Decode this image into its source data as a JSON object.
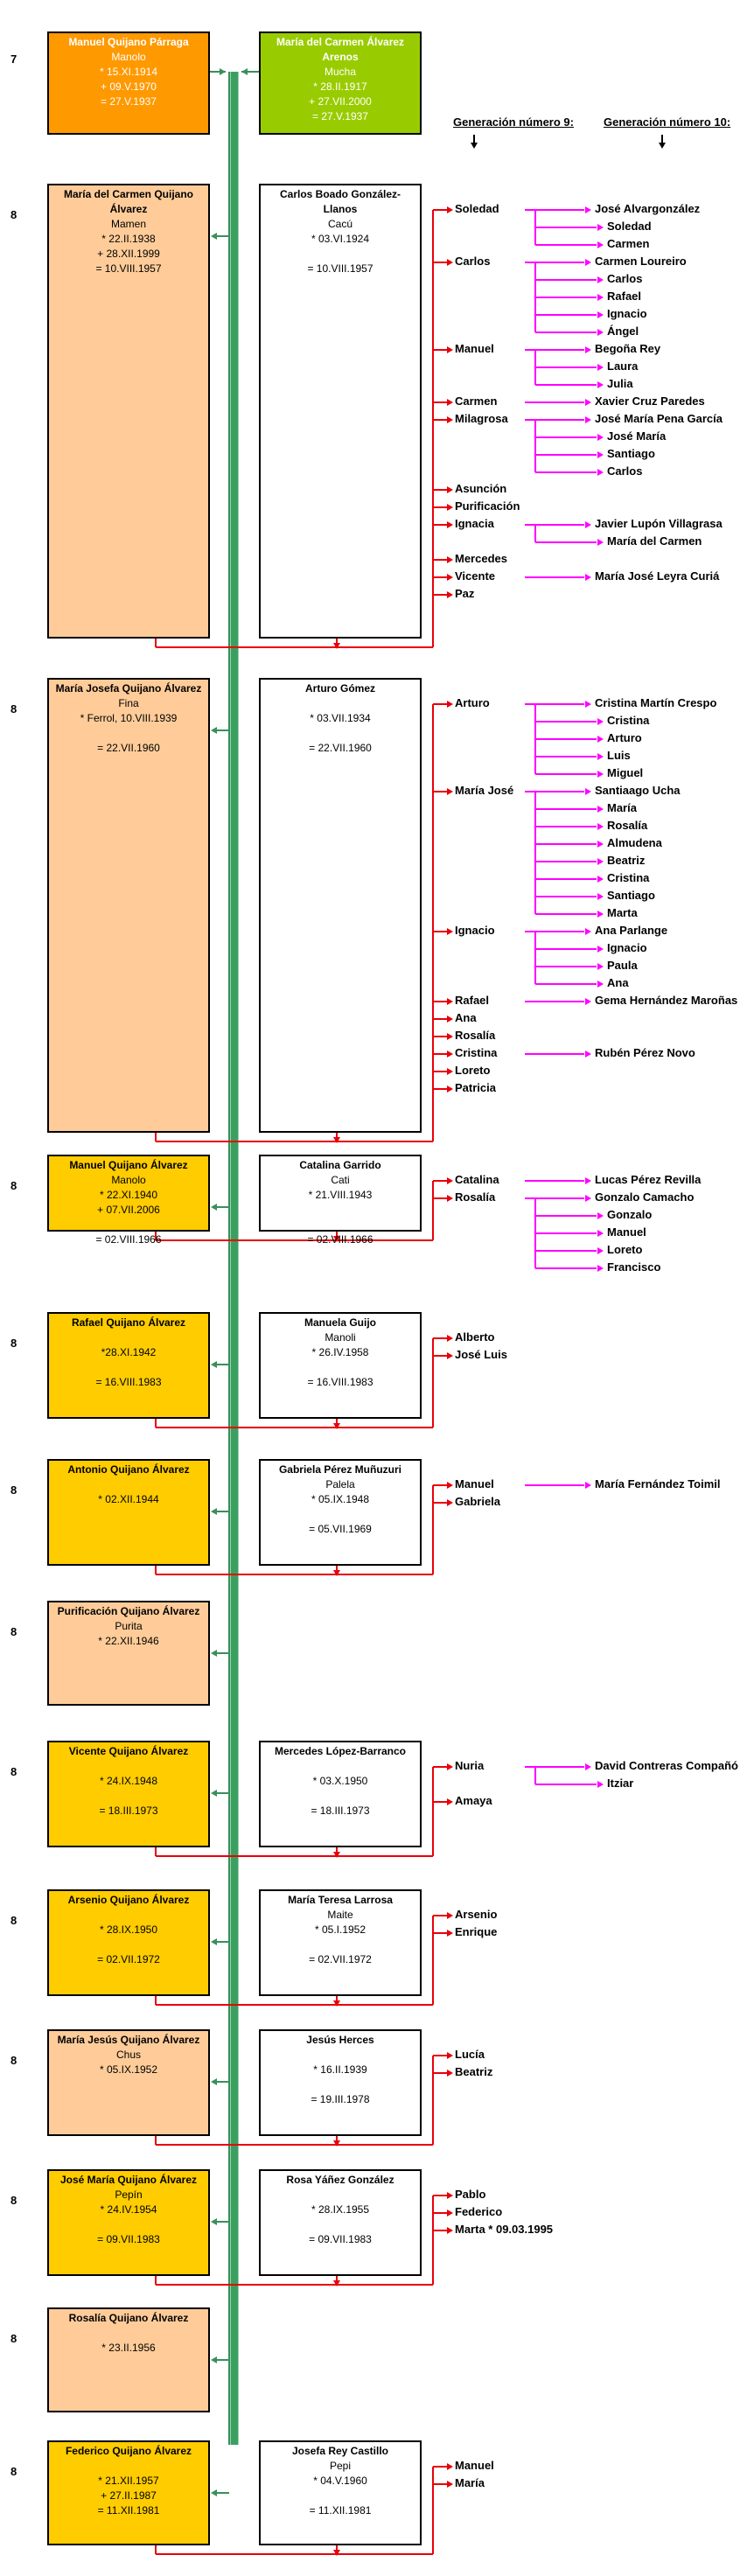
{
  "headers": {
    "gen9": "Generación número 9:",
    "gen10": "Generación número 10:"
  },
  "top": {
    "gen": "7",
    "husband": {
      "name": "Manuel Quijano Párraga",
      "lines": [
        "Manolo",
        "* 15.XI.1914",
        "+ 09.V.1970",
        "= 27.V.1937"
      ]
    },
    "wife": {
      "name": "María del Carmen Álvarez Arenos",
      "lines": [
        "Mucha",
        "* 28.II.1917",
        "+ 27.VII.2000",
        "= 27.V.1937"
      ]
    }
  },
  "families": [
    {
      "gen": "8",
      "main": {
        "name": "María del Carmen Quijano Álvarez",
        "color": "peach",
        "lines": [
          "Mamen",
          "* 22.II.1938",
          "+ 28.XII.1999",
          "= 10.VIII.1957"
        ]
      },
      "spouse": {
        "name": "Carlos Boado González-Llanos",
        "lines": [
          "Cacú",
          "* 03.VI.1924",
          "",
          "= 10.VIII.1957"
        ]
      },
      "children": [
        {
          "name": "Soledad",
          "spouse": "José Alvargonzález",
          "kids": [
            "Soledad",
            "Carmen"
          ]
        },
        {
          "name": "Carlos",
          "spouse": "Carmen Loureiro",
          "kids": [
            "Carlos",
            "Rafael",
            "Ignacio",
            "Ángel"
          ]
        },
        {
          "name": "Manuel",
          "spouse": "Begoña Rey",
          "kids": [
            "Laura",
            "Julia"
          ]
        },
        {
          "name": "Carmen",
          "spouse": "Xavier Cruz Paredes",
          "kids": []
        },
        {
          "name": "Milagrosa",
          "spouse": "José María Pena García",
          "kids": [
            "José María",
            "Santiago",
            "Carlos"
          ]
        },
        {
          "name": "Asunción",
          "spouse": "",
          "kids": []
        },
        {
          "name": "Purificación",
          "spouse": "",
          "kids": []
        },
        {
          "name": "Ignacia",
          "spouse": "Javier Lupón Villagrasa",
          "kids": [
            "María del Carmen"
          ]
        },
        {
          "name": "Mercedes",
          "spouse": "",
          "kids": []
        },
        {
          "name": "Vicente",
          "spouse": "María José Leyra Curiá",
          "kids": []
        },
        {
          "name": "Paz",
          "spouse": "",
          "kids": []
        }
      ]
    },
    {
      "gen": "8",
      "main": {
        "name": "María Josefa Quijano Álvarez",
        "color": "peach",
        "lines": [
          "Fina",
          "* Ferrol, 10.VIII.1939",
          "",
          "= 22.VII.1960"
        ]
      },
      "spouse": {
        "name": "Arturo Gómez",
        "lines": [
          "",
          "* 03.VII.1934",
          "",
          "= 22.VII.1960"
        ]
      },
      "children": [
        {
          "name": "Arturo",
          "spouse": "Cristina Martín Crespo",
          "kids": [
            "Cristina",
            "Arturo",
            "Luis",
            "Miguel"
          ]
        },
        {
          "name": "María José",
          "spouse": "Santiaago Ucha",
          "kids": [
            "María",
            "Rosalía",
            "Almudena",
            "Beatriz",
            "Cristina",
            "Santiago",
            "Marta"
          ]
        },
        {
          "name": "Ignacio",
          "spouse": "Ana Parlange",
          "kids": [
            "Ignacio",
            "Paula",
            "Ana"
          ]
        },
        {
          "name": "Rafael",
          "spouse": "Gema Hernández Maroñas",
          "kids": []
        },
        {
          "name": "Ana",
          "spouse": "",
          "kids": []
        },
        {
          "name": "Rosalía",
          "spouse": "",
          "kids": []
        },
        {
          "name": "Cristina",
          "spouse": "Rubén Pérez Novo",
          "kids": []
        },
        {
          "name": "Loreto",
          "spouse": "",
          "kids": []
        },
        {
          "name": "Patricia",
          "spouse": "",
          "kids": []
        }
      ]
    },
    {
      "gen": "8",
      "main": {
        "name": "Manuel Quijano Álvarez",
        "color": "gold",
        "lines": [
          "Manolo",
          "* 22.XI.1940",
          "+ 07.VII.2006",
          "",
          "= 02.VIII.1966"
        ]
      },
      "spouse": {
        "name": "Catalina Garrido",
        "lines": [
          "Cati",
          "* 21.VIII.1943",
          "",
          "",
          "= 02.VIII.1966"
        ]
      },
      "children": [
        {
          "name": "Catalina",
          "spouse": "Lucas Pérez Revilla",
          "kids": []
        },
        {
          "name": "Rosalía",
          "spouse": "Gonzalo Camacho",
          "kids": [
            "Gonzalo",
            "Manuel",
            "Loreto",
            "Francisco"
          ]
        }
      ]
    },
    {
      "gen": "8",
      "main": {
        "name": "Rafael Quijano Álvarez",
        "color": "gold",
        "lines": [
          "",
          "*28.XI.1942",
          "",
          "= 16.VIII.1983"
        ]
      },
      "spouse": {
        "name": "Manuela Guijo",
        "lines": [
          "Manoli",
          "* 26.IV.1958",
          "",
          "= 16.VIII.1983"
        ]
      },
      "children": [
        {
          "name": "Alberto",
          "spouse": "",
          "kids": []
        },
        {
          "name": "José Luis",
          "spouse": "",
          "kids": []
        }
      ]
    },
    {
      "gen": "8",
      "main": {
        "name": "Antonio Quijano Álvarez",
        "color": "gold",
        "lines": [
          "",
          "* 02.XII.1944"
        ]
      },
      "spouse": {
        "name": "Gabriela Pérez Muñuzuri",
        "lines": [
          "Palela",
          "* 05.IX.1948",
          "",
          "= 05.VII.1969"
        ]
      },
      "children": [
        {
          "name": "Manuel",
          "spouse": "María Fernández Toimil",
          "kids": []
        },
        {
          "name": "Gabriela",
          "spouse": "",
          "kids": []
        }
      ]
    },
    {
      "gen": "8",
      "main": {
        "name": "Purificación Quijano Álvarez",
        "color": "peach",
        "lines": [
          "Purita",
          "* 22.XII.1946"
        ]
      },
      "spouse": null,
      "children": []
    },
    {
      "gen": "8",
      "main": {
        "name": "Vicente Quijano Álvarez",
        "color": "gold",
        "lines": [
          "",
          "* 24.IX.1948",
          "",
          "= 18.III.1973"
        ]
      },
      "spouse": {
        "name": "Mercedes López-Barranco",
        "lines": [
          "",
          "* 03.X.1950",
          "",
          "= 18.III.1973"
        ]
      },
      "children": [
        {
          "name": "Nuria",
          "spouse": "David Contreras Compañó",
          "kids": [
            "Itziar"
          ]
        },
        {
          "name": "Amaya",
          "spouse": "",
          "kids": []
        }
      ]
    },
    {
      "gen": "8",
      "main": {
        "name": "Arsenio Quijano Álvarez",
        "color": "gold",
        "lines": [
          "",
          "* 28.IX.1950",
          "",
          "= 02.VII.1972"
        ]
      },
      "spouse": {
        "name": "María Teresa Larrosa",
        "lines": [
          "Maite",
          "* 05.I.1952",
          "",
          "= 02.VII.1972"
        ]
      },
      "children": [
        {
          "name": "Arsenio",
          "spouse": "",
          "kids": []
        },
        {
          "name": "Enrique",
          "spouse": "",
          "kids": []
        }
      ]
    },
    {
      "gen": "8",
      "main": {
        "name": "María Jesús Quijano Álvarez",
        "color": "peach",
        "lines": [
          "Chus",
          "* 05.IX.1952"
        ]
      },
      "spouse": {
        "name": "Jesús Herces",
        "lines": [
          "",
          "* 16.II.1939",
          "",
          "= 19.III.1978"
        ]
      },
      "children": [
        {
          "name": "Lucía",
          "spouse": "",
          "kids": []
        },
        {
          "name": "Beatriz",
          "spouse": "",
          "kids": []
        }
      ]
    },
    {
      "gen": "8",
      "main": {
        "name": "José María Quijano Álvarez",
        "color": "gold",
        "lines": [
          "Pepín",
          "* 24.IV.1954",
          "",
          "= 09.VII.1983"
        ]
      },
      "spouse": {
        "name": "Rosa Yáñez González",
        "lines": [
          "",
          "* 28.IX.1955",
          "",
          "= 09.VII.1983"
        ]
      },
      "children": [
        {
          "name": "Pablo",
          "spouse": "",
          "kids": []
        },
        {
          "name": "Federico",
          "spouse": "",
          "kids": []
        },
        {
          "name": "Marta  * 09.03.1995",
          "spouse": "",
          "kids": []
        }
      ]
    },
    {
      "gen": "8",
      "main": {
        "name": "Rosalía Quijano Álvarez",
        "color": "peach",
        "lines": [
          "",
          "* 23.II.1956"
        ]
      },
      "spouse": null,
      "children": []
    },
    {
      "gen": "8",
      "main": {
        "name": "Federico Quijano Álvarez",
        "color": "gold",
        "lines": [
          "",
          "* 21.XII.1957",
          "+ 27.II.1987",
          "= 11.XII.1981"
        ]
      },
      "spouse": {
        "name": "Josefa Rey Castillo",
        "lines": [
          "Pepi",
          "* 04.V.1960",
          "",
          "= 11.XII.1981"
        ]
      },
      "children": [
        {
          "name": "Manuel",
          "spouse": "",
          "kids": []
        },
        {
          "name": "María",
          "spouse": "",
          "kids": []
        }
      ]
    }
  ]
}
